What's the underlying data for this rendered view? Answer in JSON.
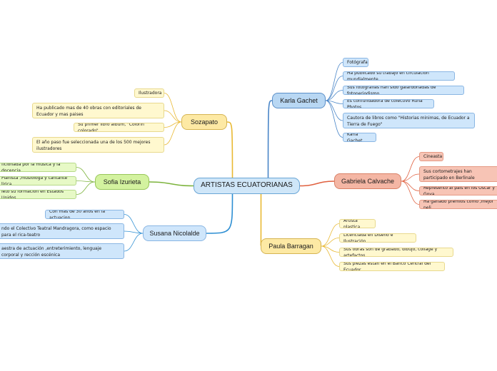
{
  "central": {
    "label": "ARTISTAS ECUATORIANAS"
  },
  "branches": {
    "karla": {
      "label": "Karla Gachet",
      "color": "#4a86c8",
      "items": [
        "Fotógrafa",
        "Ha publicado su trabajo en circulacion mundialmente",
        "Sus fotografias han sido galardonadas de fotoperiodismo",
        "Es confundadora de colectivo Runa Photos",
        "Cautora de libros como \"Historias minimas, de Ecuador a Tierra de Fuego\"",
        "Karla Gachet"
      ]
    },
    "gabriela": {
      "label": "Gabriela Calvache",
      "color": "#e0603f",
      "items": [
        "Cineasta",
        "Sus cortometrajes han participado en Berlinale",
        "Represento al pais en los Oscar y Goya",
        "Ha ganado premios como ,mejor peli"
      ]
    },
    "paula": {
      "label": "Paula Barragan",
      "color": "#e9b933",
      "items": [
        "Artista plastica",
        "Licenciada en Diseño e Ilustración",
        "Sus obras son de grabado, dibujo, collage y artefactos",
        "Sus piezas estan en el Banco Central del Ecuador"
      ]
    },
    "sozapato": {
      "label": "Sozapato",
      "color": "#e9b933",
      "items": [
        "Ilustradora",
        "Ha publicado mas de 40 obras con editoriales de Ecuador y mas paises",
        "Su primer libro album, \"Colorin colorado\"",
        "El año paso fue seleccionada una de los 500 mejores ilustradores"
      ]
    },
    "sofia": {
      "label": "Sofia Izurieta",
      "color": "#7cb33c",
      "items": [
        "ficionada por la musica y la docencia",
        "Pianista ,musiologa y cantante lirica",
        "leto su formacion en Estados Unidos"
      ]
    },
    "susana": {
      "label": "Susana Nicolalde",
      "color": "#2e8fd3",
      "items": [
        "Con mas de 30 años en la actuacion",
        "ndo el Colectivo Teatral Mandragora, como espacio para  el rica-teatro",
        "aestra de actuación ,entreterimiento, lenguaje corporal y rección escénica"
      ]
    }
  }
}
